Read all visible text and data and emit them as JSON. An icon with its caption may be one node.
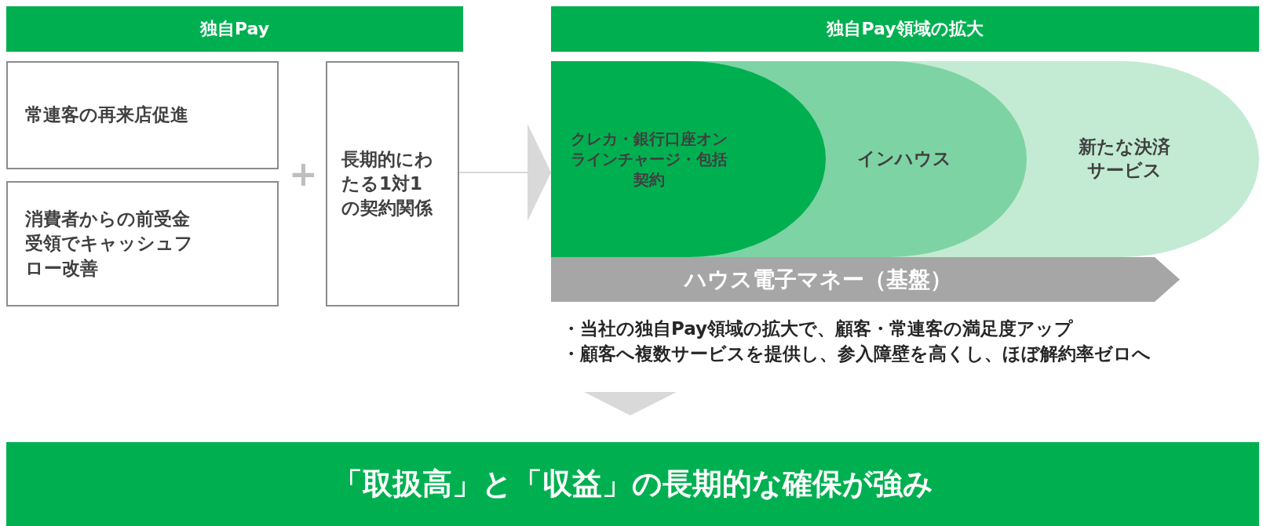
{
  "diagram": {
    "nodes": [
      {
        "text": [
          "独自Pay"
        ]
      },
      {
        "text": [
          "常連客の再来店促進"
        ]
      },
      {
        "text": [
          "消費者からの前受金受領でキャッシュフロー改善"
        ]
      },
      {
        "text": [
          "長期的にわたる1対1の契約関係"
        ]
      },
      {
        "text": [
          "独自Pay領域の拡大"
        ]
      },
      {
        "text": [
          "新たな決済サービス"
        ]
      },
      {
        "text": [
          "インハウス"
        ],
        "in": 5
      },
      {
        "text": [
          "クレカ・銀行口座オンラインチャージ・包括契約"
        ],
        "in": 6
      },
      {
        "text": [
          "ハウス電子マネー（基盤）"
        ]
      },
      {
        "text": [
          "「取扱高」と「収益」の長期的な確保が強み"
        ]
      }
    ],
    "edges": [
      {
        "from": 3,
        "to": 7,
        "arrow": "to"
      }
    ],
    "labels": [
      "+",
      "・当社の独自Pay領域の拡大で、顧客・常連客の満足度アップ",
      "・顧客へ複数サービスを提供し、参入障壁を高くし、ほぼ解約率ゼロへ"
    ]
  }
}
